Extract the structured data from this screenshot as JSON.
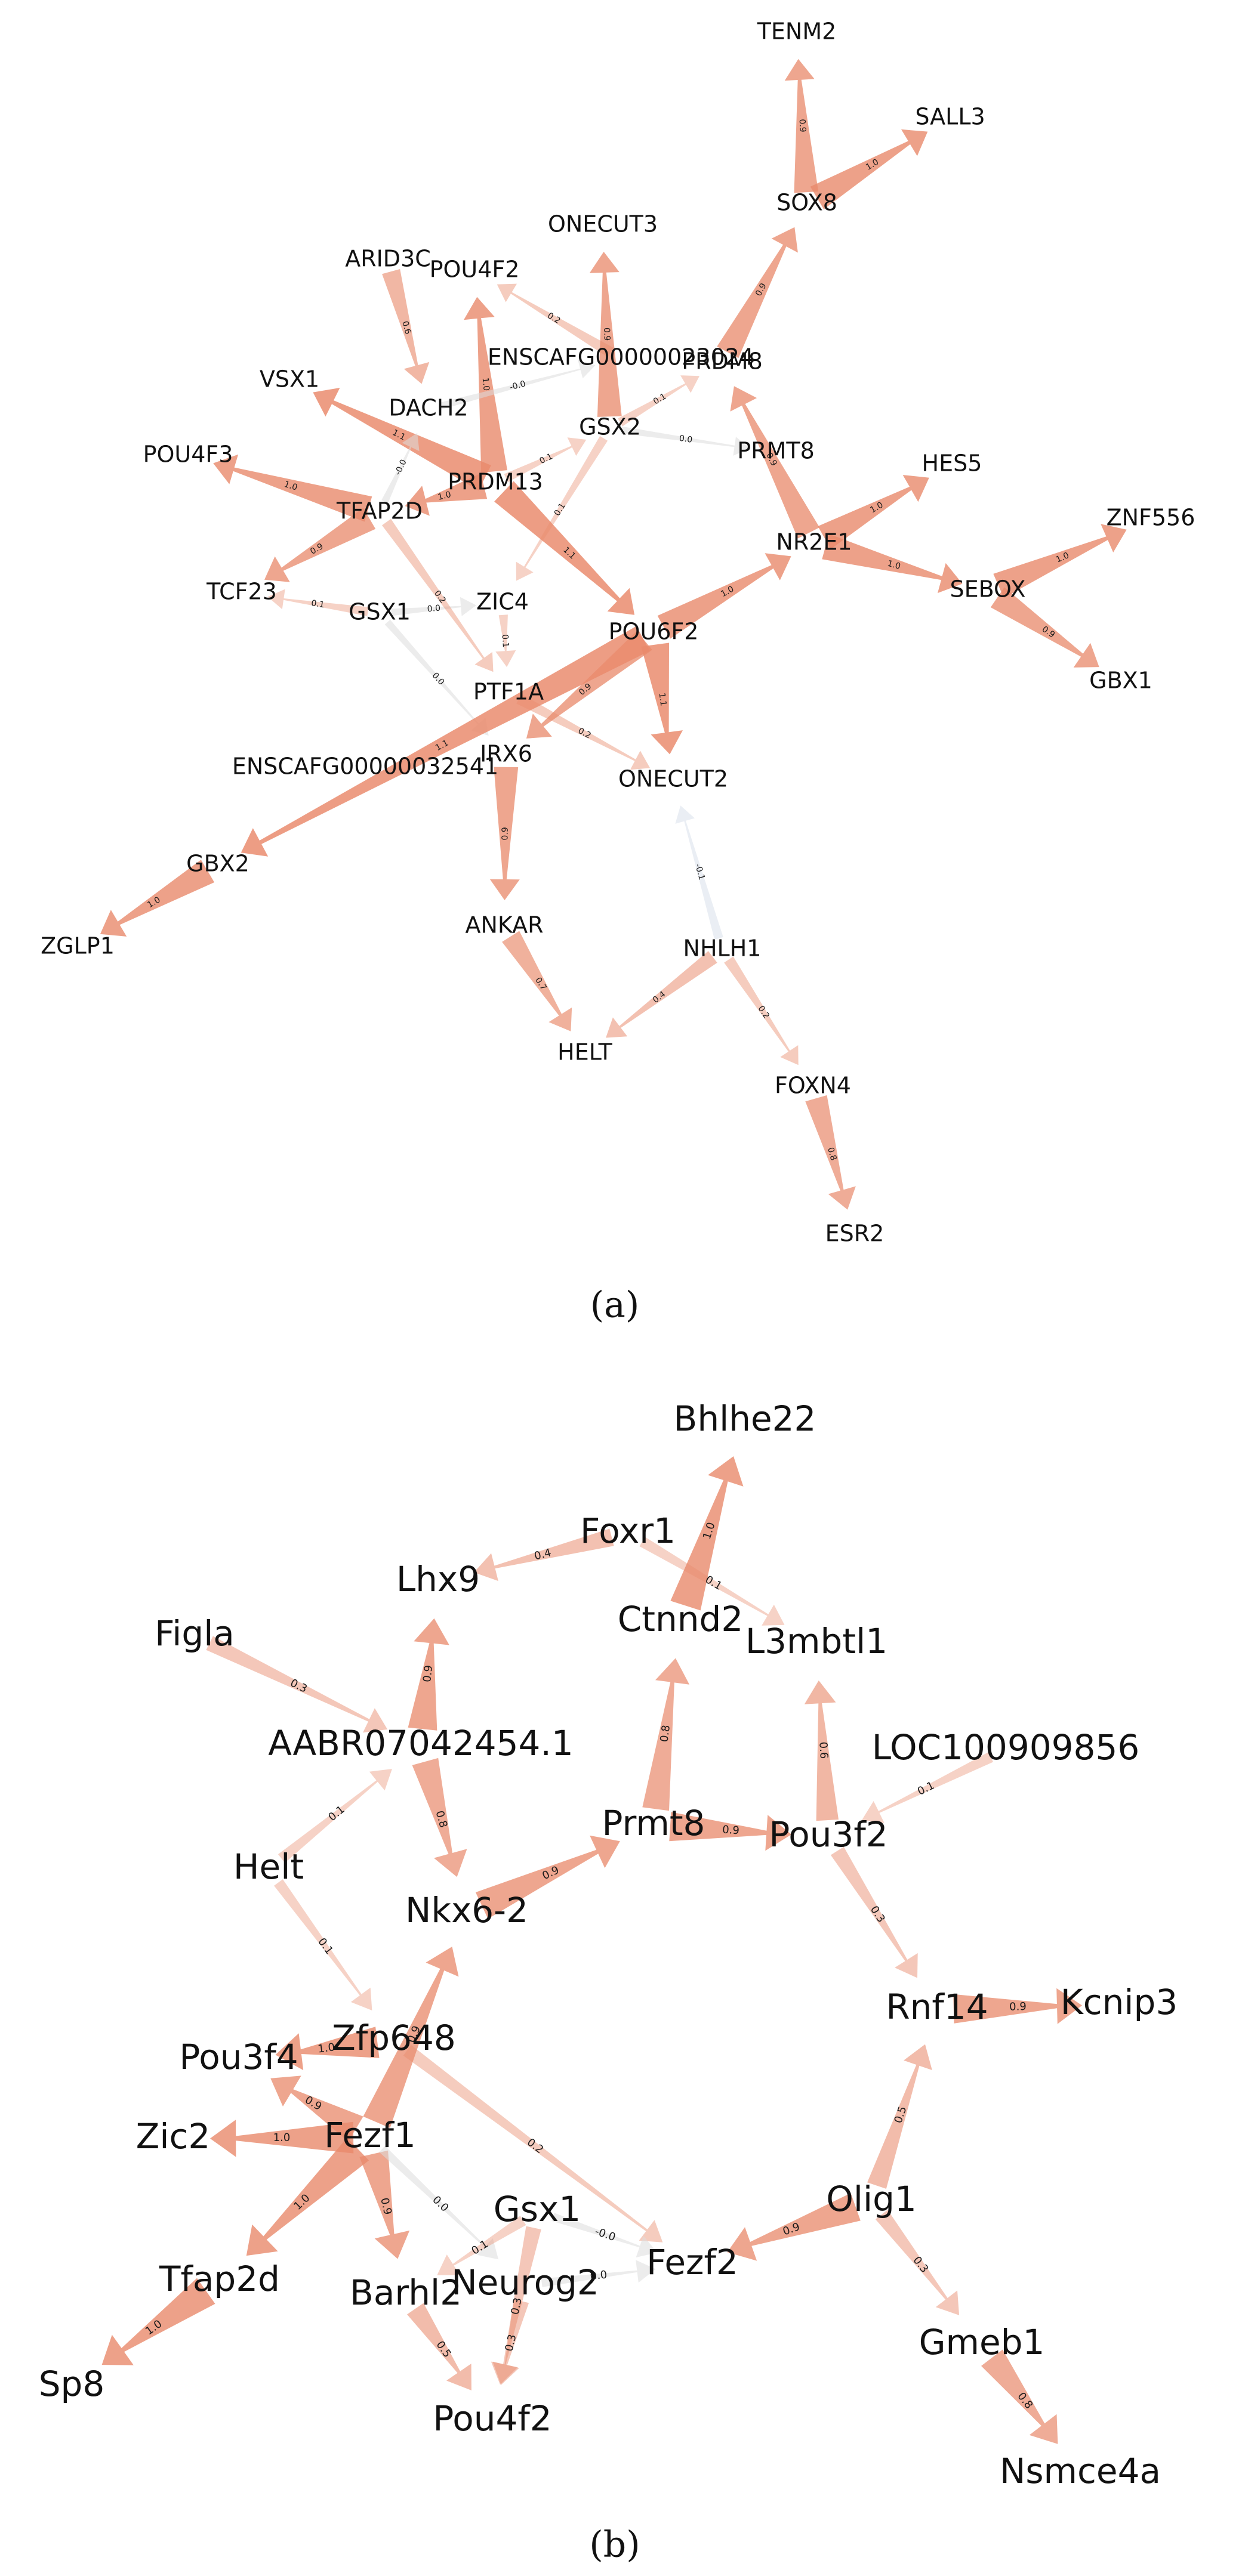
{
  "colors": {
    "positive": "#e98a6c",
    "neutral": "#dcdcdc",
    "negative": "#c9d2e2",
    "text": "#111111",
    "background": "#ffffff"
  },
  "panels": [
    {
      "caption": "(a)",
      "nodes": [
        {
          "id": "TENM2",
          "label": "TENM2"
        },
        {
          "id": "SALL3",
          "label": "SALL3"
        },
        {
          "id": "SOX8",
          "label": "SOX8"
        },
        {
          "id": "ONECUT3",
          "label": "ONECUT3"
        },
        {
          "id": "ARID3C",
          "label": "ARID3C"
        },
        {
          "id": "POU4F2",
          "label": "POU4F2"
        },
        {
          "id": "ENSCAFG00000023024",
          "label": "ENSCAFG00000023024"
        },
        {
          "id": "PRDM8",
          "label": "PRDM8"
        },
        {
          "id": "VSX1",
          "label": "VSX1"
        },
        {
          "id": "DACH2",
          "label": "DACH2"
        },
        {
          "id": "GSX2",
          "label": "GSX2"
        },
        {
          "id": "PRMT8",
          "label": "PRMT8"
        },
        {
          "id": "POU4F3",
          "label": "POU4F3"
        },
        {
          "id": "PRDM13",
          "label": "PRDM13"
        },
        {
          "id": "HES5",
          "label": "HES5"
        },
        {
          "id": "TFAP2D",
          "label": "TFAP2D"
        },
        {
          "id": "ZNF556",
          "label": "ZNF556"
        },
        {
          "id": "NR2E1",
          "label": "NR2E1"
        },
        {
          "id": "TCF23",
          "label": "TCF23"
        },
        {
          "id": "SEBOX",
          "label": "SEBOX"
        },
        {
          "id": "ZIC4",
          "label": "ZIC4"
        },
        {
          "id": "GSX1",
          "label": "GSX1"
        },
        {
          "id": "POU6F2",
          "label": "POU6F2"
        },
        {
          "id": "GBX1",
          "label": "GBX1"
        },
        {
          "id": "PTF1A",
          "label": "PTF1A"
        },
        {
          "id": "IRX6",
          "label": "IRX6"
        },
        {
          "id": "ENSCAFG00000032541",
          "label": "ENSCAFG00000032541"
        },
        {
          "id": "ONECUT2",
          "label": "ONECUT2"
        },
        {
          "id": "GBX2",
          "label": "GBX2"
        },
        {
          "id": "ZGLP1",
          "label": "ZGLP1"
        },
        {
          "id": "ANKAR",
          "label": "ANKAR"
        },
        {
          "id": "NHLH1",
          "label": "NHLH1"
        },
        {
          "id": "HELT",
          "label": "HELT"
        },
        {
          "id": "FOXN4",
          "label": "FOXN4"
        },
        {
          "id": "ESR2",
          "label": "ESR2"
        }
      ],
      "edges": [
        {
          "source": "SOX8",
          "target": "TENM2",
          "weight": 0.9,
          "label": "0.9"
        },
        {
          "source": "SOX8",
          "target": "SALL3",
          "weight": 1.0,
          "label": "1.0"
        },
        {
          "source": "PRDM8",
          "target": "SOX8",
          "weight": 0.9,
          "label": "0.9"
        },
        {
          "source": "GSX2",
          "target": "ONECUT3",
          "weight": 0.9,
          "label": "0.9"
        },
        {
          "source": "ARID3C",
          "target": "DACH2",
          "weight": 0.6,
          "label": "0.6"
        },
        {
          "source": "ENSCAFG00000023024",
          "target": "POU4F2",
          "weight": 0.2,
          "label": "0.2"
        },
        {
          "source": "PRDM13",
          "target": "POU4F2",
          "weight": 1.0,
          "label": "1.0"
        },
        {
          "source": "DACH2",
          "target": "ENSCAFG00000023024",
          "weight": -0.0,
          "label": "-0.0"
        },
        {
          "source": "GSX2",
          "target": "PRDM8",
          "weight": 0.1,
          "label": "0.1"
        },
        {
          "source": "GSX2",
          "target": "PRMT8",
          "weight": 0.0,
          "label": "0.0"
        },
        {
          "source": "PRDM13",
          "target": "GSX2",
          "weight": 0.1,
          "label": "0.1"
        },
        {
          "source": "PRDM13",
          "target": "VSX1",
          "weight": 1.1,
          "label": "1.1"
        },
        {
          "source": "TFAP2D",
          "target": "DACH2",
          "weight": -0.0,
          "label": "-0.0"
        },
        {
          "source": "TFAP2D",
          "target": "POU4F3",
          "weight": 1.0,
          "label": "1.0"
        },
        {
          "source": "PRDM13",
          "target": "TFAP2D",
          "weight": 1.0,
          "label": "1.0"
        },
        {
          "source": "TFAP2D",
          "target": "TCF23",
          "weight": 0.9,
          "label": "0.9"
        },
        {
          "source": "PRDM13",
          "target": "POU6F2",
          "weight": 1.1,
          "label": "1.1"
        },
        {
          "source": "GSX2",
          "target": "ZIC4",
          "weight": 0.1,
          "label": "0.1"
        },
        {
          "source": "NR2E1",
          "target": "PRDM8",
          "weight": 0.9,
          "label": "0.9"
        },
        {
          "source": "NR2E1",
          "target": "HES5",
          "weight": 1.0,
          "label": "1.0"
        },
        {
          "source": "NR2E1",
          "target": "SEBOX",
          "weight": 1.0,
          "label": "1.0"
        },
        {
          "source": "SEBOX",
          "target": "ZNF556",
          "weight": 1.0,
          "label": "1.0"
        },
        {
          "source": "SEBOX",
          "target": "GBX1",
          "weight": 0.9,
          "label": "0.9"
        },
        {
          "source": "POU6F2",
          "target": "NR2E1",
          "weight": 1.0,
          "label": "1.0"
        },
        {
          "source": "GSX1",
          "target": "TCF23",
          "weight": 0.1,
          "label": "0.1"
        },
        {
          "source": "GSX1",
          "target": "ZIC4",
          "weight": 0.0,
          "label": "0.0"
        },
        {
          "source": "TFAP2D",
          "target": "PTF1A",
          "weight": 0.2,
          "label": "0.2"
        },
        {
          "source": "GSX1",
          "target": "IRX6",
          "weight": 0.0,
          "label": "0.0"
        },
        {
          "source": "ZIC4",
          "target": "PTF1A",
          "weight": 0.1,
          "label": "0.1"
        },
        {
          "source": "POU6F2",
          "target": "ONECUT2",
          "weight": 1.1,
          "label": "1.1"
        },
        {
          "source": "POU6F2",
          "target": "IRX6",
          "weight": 0.9,
          "label": "0.9"
        },
        {
          "source": "PTF1A",
          "target": "ONECUT2",
          "weight": 0.2,
          "label": "0.2"
        },
        {
          "source": "POU6F2",
          "target": "GBX2",
          "weight": 1.1,
          "label": "1.1"
        },
        {
          "source": "GBX2",
          "target": "ZGLP1",
          "weight": 1.0,
          "label": "1.0"
        },
        {
          "source": "IRX6",
          "target": "ANKAR",
          "weight": 0.9,
          "label": "0.9"
        },
        {
          "source": "NHLH1",
          "target": "ONECUT2",
          "weight": -0.1,
          "label": "-0.1"
        },
        {
          "source": "ANKAR",
          "target": "HELT",
          "weight": 0.7,
          "label": "0.7"
        },
        {
          "source": "NHLH1",
          "target": "HELT",
          "weight": 0.4,
          "label": "0.4"
        },
        {
          "source": "NHLH1",
          "target": "FOXN4",
          "weight": 0.2,
          "label": "0.2"
        },
        {
          "source": "FOXN4",
          "target": "ESR2",
          "weight": 0.8,
          "label": "0.8"
        }
      ]
    },
    {
      "caption": "(b)",
      "nodes": [
        {
          "id": "Bhlhe22",
          "label": "Bhlhe22"
        },
        {
          "id": "Foxr1",
          "label": "Foxr1"
        },
        {
          "id": "Lhx9",
          "label": "Lhx9"
        },
        {
          "id": "Ctnnd2",
          "label": "Ctnnd2"
        },
        {
          "id": "L3mbtl1",
          "label": "L3mbtl1"
        },
        {
          "id": "Figla",
          "label": "Figla"
        },
        {
          "id": "LOC100909856",
          "label": "LOC100909856"
        },
        {
          "id": "AABR07042454.1",
          "label": "AABR07042454.1"
        },
        {
          "id": "Prmt8",
          "label": "Prmt8"
        },
        {
          "id": "Pou3f2",
          "label": "Pou3f2"
        },
        {
          "id": "Helt",
          "label": "Helt"
        },
        {
          "id": "Nkx6-2",
          "label": "Nkx6-2"
        },
        {
          "id": "Rnf14",
          "label": "Rnf14"
        },
        {
          "id": "Kcnip3",
          "label": "Kcnip3"
        },
        {
          "id": "Zfp648",
          "label": "Zfp648"
        },
        {
          "id": "Pou3f4",
          "label": "Pou3f4"
        },
        {
          "id": "Zic2",
          "label": "Zic2"
        },
        {
          "id": "Fezf1",
          "label": "Fezf1"
        },
        {
          "id": "Olig1",
          "label": "Olig1"
        },
        {
          "id": "Gsx1",
          "label": "Gsx1"
        },
        {
          "id": "Fezf2",
          "label": "Fezf2"
        },
        {
          "id": "Tfap2d",
          "label": "Tfap2d"
        },
        {
          "id": "Neurog2",
          "label": "Neurog2"
        },
        {
          "id": "Barhl2",
          "label": "Barhl2"
        },
        {
          "id": "Gmeb1",
          "label": "Gmeb1"
        },
        {
          "id": "Sp8",
          "label": "Sp8"
        },
        {
          "id": "Pou4f2",
          "label": "Pou4f2"
        },
        {
          "id": "Nsmce4a",
          "label": "Nsmce4a"
        }
      ],
      "edges": [
        {
          "source": "Ctnnd2",
          "target": "Bhlhe22",
          "weight": 1.0,
          "label": "1.0"
        },
        {
          "source": "Foxr1",
          "target": "Lhx9",
          "weight": 0.4,
          "label": "0.4"
        },
        {
          "source": "Foxr1",
          "target": "L3mbtl1",
          "weight": 0.1,
          "label": "0.1"
        },
        {
          "source": "AABR07042454.1",
          "target": "Lhx9",
          "weight": 0.9,
          "label": "0.9"
        },
        {
          "source": "Figla",
          "target": "AABR07042454.1",
          "weight": 0.3,
          "label": "0.3"
        },
        {
          "source": "Prmt8",
          "target": "Ctnnd2",
          "weight": 0.8,
          "label": "0.8"
        },
        {
          "source": "Pou3f2",
          "target": "L3mbtl1",
          "weight": 0.6,
          "label": "0.6"
        },
        {
          "source": "LOC100909856",
          "target": "Pou3f2",
          "weight": 0.1,
          "label": "0.1"
        },
        {
          "source": "Helt",
          "target": "AABR07042454.1",
          "weight": 0.1,
          "label": "0.1"
        },
        {
          "source": "AABR07042454.1",
          "target": "Nkx6-2",
          "weight": 0.8,
          "label": "0.8"
        },
        {
          "source": "Prmt8",
          "target": "Pou3f2",
          "weight": 0.9,
          "label": "0.9"
        },
        {
          "source": "Nkx6-2",
          "target": "Prmt8",
          "weight": 0.9,
          "label": "0.9"
        },
        {
          "source": "Helt",
          "target": "Zfp648",
          "weight": 0.1,
          "label": "0.1"
        },
        {
          "source": "Pou3f2",
          "target": "Rnf14",
          "weight": 0.3,
          "label": "0.3"
        },
        {
          "source": "Rnf14",
          "target": "Kcnip3",
          "weight": 0.9,
          "label": "0.9"
        },
        {
          "source": "Fezf1",
          "target": "Nkx6-2",
          "weight": 0.9,
          "label": "0.9"
        },
        {
          "source": "Zfp648",
          "target": "Pou3f4",
          "weight": 1.0,
          "label": "1.0"
        },
        {
          "source": "Fezf1",
          "target": "Pou3f4",
          "weight": 0.9,
          "label": "0.9"
        },
        {
          "source": "Fezf1",
          "target": "Zic2",
          "weight": 1.0,
          "label": "1.0"
        },
        {
          "source": "Zfp648",
          "target": "Fezf2",
          "weight": 0.2,
          "label": "0.2"
        },
        {
          "source": "Olig1",
          "target": "Rnf14",
          "weight": 0.5,
          "label": "0.5"
        },
        {
          "source": "Fezf1",
          "target": "Tfap2d",
          "weight": 1.0,
          "label": "1.0"
        },
        {
          "source": "Fezf1",
          "target": "Barhl2",
          "weight": 0.9,
          "label": "0.9"
        },
        {
          "source": "Fezf1",
          "target": "Neurog2",
          "weight": 0.0,
          "label": "0.0"
        },
        {
          "source": "Gsx1",
          "target": "Fezf2",
          "weight": -0.0,
          "label": "-0.0"
        },
        {
          "source": "Gsx1",
          "target": "Barhl2",
          "weight": 0.1,
          "label": "0.1"
        },
        {
          "source": "Gsx1",
          "target": "Pou4f2",
          "weight": 0.3,
          "label": "0.3"
        },
        {
          "source": "Neurog2",
          "target": "Fezf2",
          "weight": 0.0,
          "label": "0.0"
        },
        {
          "source": "Olig1",
          "target": "Fezf2",
          "weight": 0.9,
          "label": "0.9"
        },
        {
          "source": "Neurog2",
          "target": "Pou4f2",
          "weight": 0.3,
          "label": "0.3"
        },
        {
          "source": "Barhl2",
          "target": "Pou4f2",
          "weight": 0.5,
          "label": "0.5"
        },
        {
          "source": "Olig1",
          "target": "Gmeb1",
          "weight": 0.3,
          "label": "0.3"
        },
        {
          "source": "Tfap2d",
          "target": "Sp8",
          "weight": 1.0,
          "label": "1.0"
        },
        {
          "source": "Gmeb1",
          "target": "Nsmce4a",
          "weight": 0.8,
          "label": "0.8"
        }
      ]
    }
  ]
}
